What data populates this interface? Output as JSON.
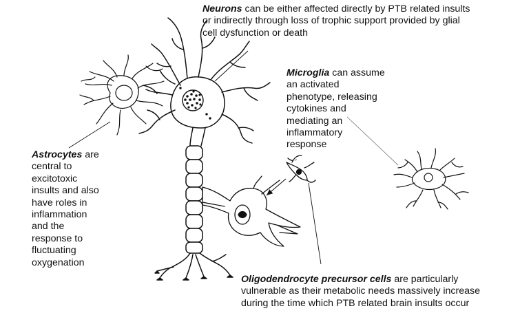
{
  "annotations": {
    "neurons": {
      "term": "Neurons",
      "lines": [
        " can be either affected directly by PTB related insults",
        "or indirectly through loss of trophic support provided by glial",
        "cell dysfunction or death"
      ]
    },
    "microglia": {
      "term": "Microglia",
      "lines": [
        " can assume",
        "an activated",
        "phenotype, releasing",
        "cytokines and",
        "mediating an",
        "inflammatory",
        "response"
      ]
    },
    "astrocytes": {
      "term": "Astrocytes",
      "lines": [
        " are",
        "central to",
        "excitotoxic",
        "insults and also",
        "have roles in",
        "inflammation",
        "and  the",
        "response to",
        "fluctuating",
        "oxygenation"
      ]
    },
    "opc": {
      "term": "Oligodendrocyte precursor cells",
      "lines": [
        " are particularly",
        "vulnerable as their metabolic needs massively increase",
        "during the time which PTB related brain insults occur"
      ]
    }
  },
  "colors": {
    "ink": "#111111",
    "cell_fill": "#ffffff"
  },
  "illustration": {
    "icons": [
      "neuron-icon",
      "astrocyte-icon",
      "microglia-icon",
      "oligodendrocyte-precursor-icon",
      "nucleus-icon"
    ]
  }
}
